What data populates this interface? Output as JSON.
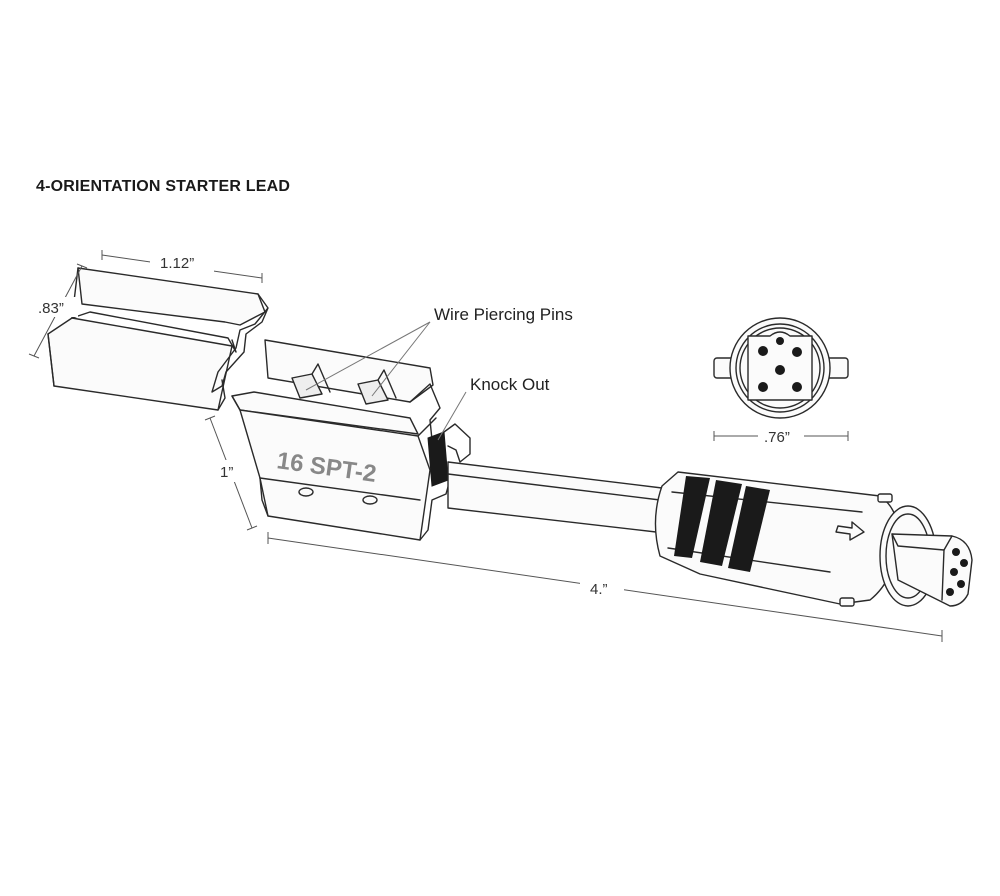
{
  "title": "4-ORIENTATION STARTER LEAD",
  "labels": {
    "wire_piercing_pins": "Wire Piercing Pins",
    "knock_out": "Knock Out"
  },
  "stamp": "16 SPT-2",
  "dimensions": {
    "width_cap": "1.12”",
    "depth_cap": ".83”",
    "height_body": "1”",
    "connector_face": ".76”",
    "overall_length": "4.”"
  },
  "colors": {
    "line": "#2a2a2a",
    "fill": "#fbfbfb",
    "stripe": "#1a1a1a"
  }
}
